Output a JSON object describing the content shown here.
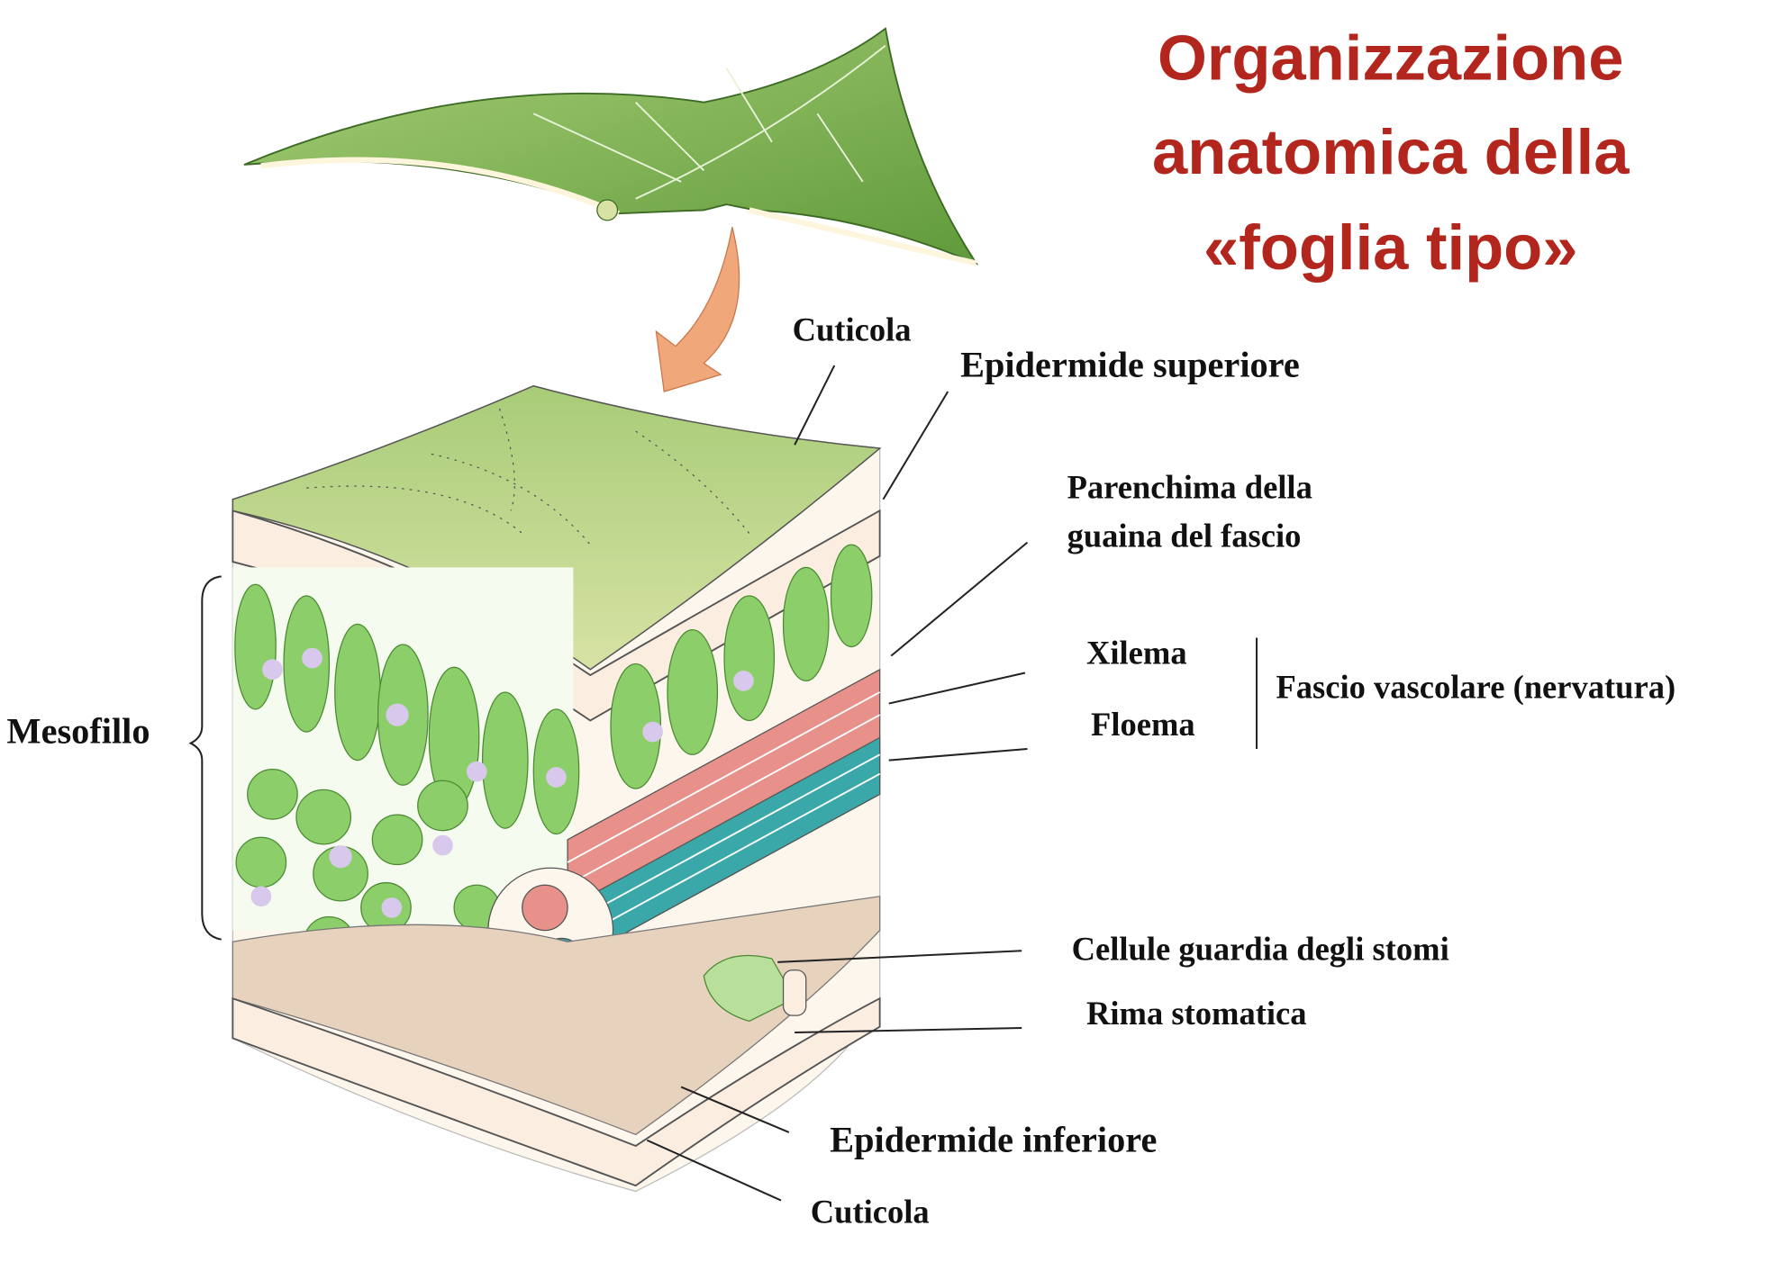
{
  "title": {
    "lines": [
      "Organizzazione",
      "anatomica della",
      "«foglia tipo»"
    ],
    "color": "#b3261e"
  },
  "labels": {
    "cuticola_top": "Cuticola",
    "epidermide_superiore": "Epidermide superiore",
    "parenchima_line1": "Parenchima della",
    "parenchima_line2": "guaina del fascio",
    "xilema": "Xilema",
    "floema": "Floema",
    "fascio_vascolare": "Fascio vascolare (nervatura)",
    "mesofillo": "Mesofillo",
    "cellule_guardia": "Cellule guardia degli stomi",
    "rima_stomatica": "Rima stomatica",
    "epidermide_inferiore": "Epidermide inferiore",
    "cuticola_bottom": "Cuticola"
  },
  "colors": {
    "leaf": "#8fbf5a",
    "arrow": "#f0a77a",
    "xylem": "#e8908a",
    "phloem": "#3aa8a8",
    "epidermis": "#fbeee0",
    "mesophyll": "#8ccf6a"
  }
}
